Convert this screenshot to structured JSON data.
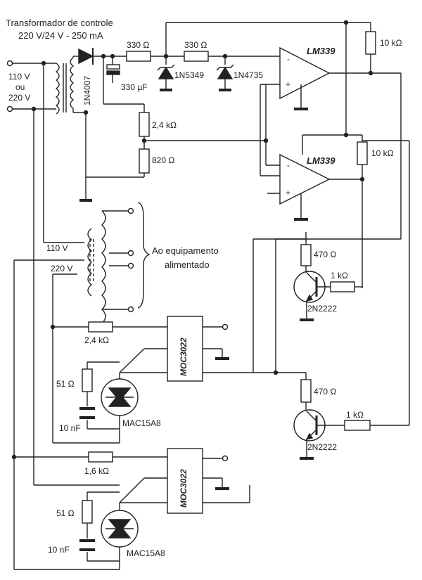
{
  "title": {
    "line1": "Transformador de controle",
    "line2": "220 V/24 V - 250 mA"
  },
  "input": {
    "line1": "110 V",
    "line2": "ou",
    "line3": "220 V"
  },
  "components": {
    "diode": "1N4007",
    "r_330_a": "330 Ω",
    "r_330_b": "330 Ω",
    "zener1": "1N5349",
    "zener2": "1N4735",
    "cap": "330 µF",
    "r_2k4_div": "2,4 kΩ",
    "r_820": "820 Ω",
    "comp1": "LM339",
    "comp2": "LM339",
    "r_10k_a": "10 kΩ",
    "r_10k_b": "10 kΩ",
    "r_470_a": "470 Ω",
    "r_1k_a": "1 kΩ",
    "q1": "2N2222",
    "r_470_b": "470 Ω",
    "r_1k_b": "1 kΩ",
    "q2": "2N2222",
    "r_2k4_gate": "2,4 kΩ",
    "moc1": "MOC3022",
    "r_51_a": "51 Ω",
    "cap_10n_a": "10 nF",
    "triac1": "MAC15A8",
    "r_1k6": "1,6 kΩ",
    "moc2": "MOC3022",
    "r_51_b": "51 Ω",
    "cap_10n_b": "10 nF",
    "triac2": "MAC15A8"
  },
  "power_xfmr": {
    "tap_110": "110 V",
    "tap_220": "220 V"
  },
  "output_note": {
    "line1": "Ao equipamento",
    "line2": "alimentado"
  },
  "signs": {
    "minus": "-",
    "plus": "+"
  }
}
